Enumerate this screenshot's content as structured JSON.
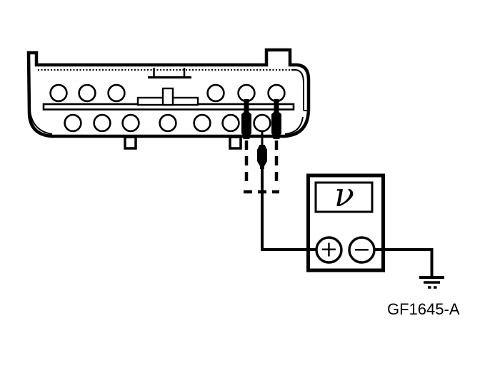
{
  "page": {
    "background": "#ffffff",
    "line_color": "#000000"
  },
  "figure_label": {
    "text": "GF1645-A"
  },
  "connector": {
    "top_row_pin_count": 6,
    "bottom_row_pin_count": 7,
    "probed_positions": [
      "top-row-pin-5",
      "top-row-pin-6",
      "bottom-row-pin-7"
    ]
  },
  "voltmeter": {
    "display_symbol": "ν",
    "positive_terminal": "+",
    "negative_terminal": "−"
  },
  "icons": {
    "ground": "earth-ground-icon",
    "probes": "test-probe-icon",
    "meter_display": "voltmeter-display"
  }
}
